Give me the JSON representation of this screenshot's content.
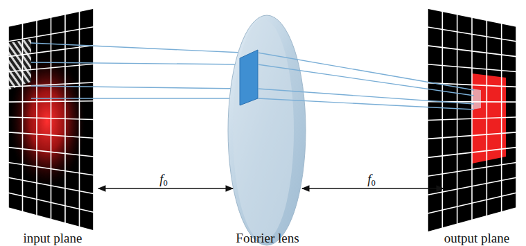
{
  "diagram": {
    "labels": [
      "f0",
      "f0",
      "input plane",
      "Fourier lens",
      "output plane"
    ]
  }
}
